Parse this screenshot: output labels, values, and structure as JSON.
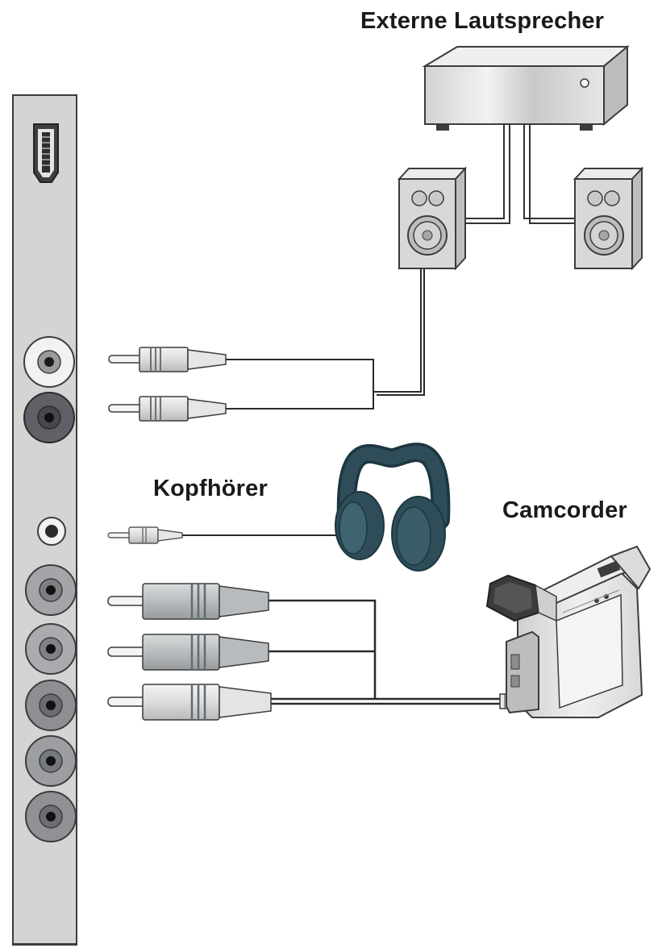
{
  "labels": {
    "external_speakers": "Externe Lautsprecher",
    "headphones": "Kopfhörer",
    "camcorder": "Camcorder"
  },
  "colors": {
    "panel": "#d4d4d4",
    "outline": "#3c3c3c",
    "cable": "#2a2a2a",
    "headphones": "#2e4d58",
    "jack_white": "#f2f2f2",
    "jack_dark": "#5f6166",
    "jack_mid": "#8d8f93"
  },
  "icons": {
    "hdmi": "hdmi-port-icon",
    "amplifier": "amplifier-icon",
    "speaker": "speaker-icon",
    "headphones": "headphones-icon",
    "camcorder": "camcorder-icon"
  }
}
